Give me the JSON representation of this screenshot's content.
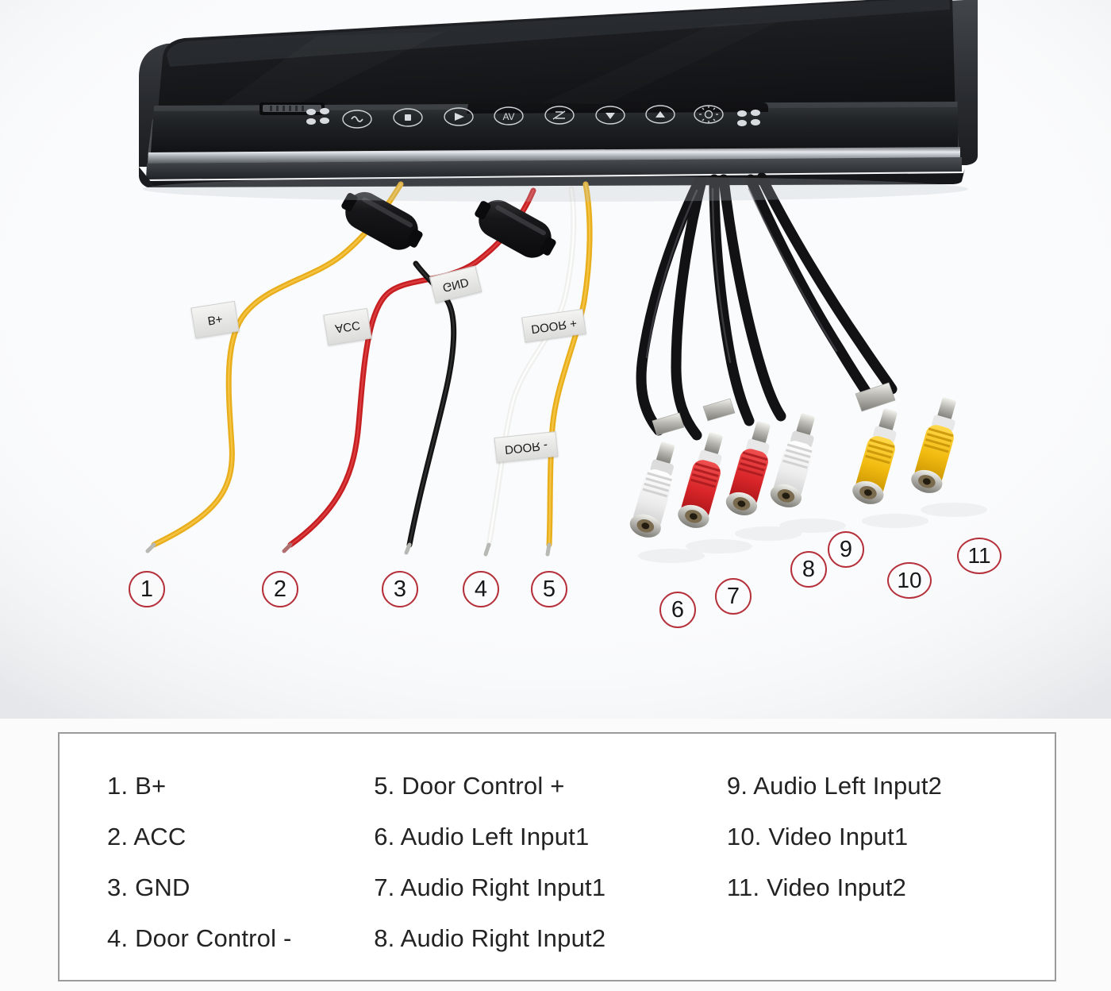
{
  "product": {
    "type": "car-roof-mount-flip-down-monitor",
    "panel_buttons": [
      {
        "name": "speaker-grille-left",
        "glyph": "dots"
      },
      {
        "name": "power-button",
        "glyph": "power"
      },
      {
        "name": "stop-button",
        "glyph": "stop"
      },
      {
        "name": "play-button",
        "glyph": "play"
      },
      {
        "name": "av-source-button",
        "glyph": "AV"
      },
      {
        "name": "mode-button",
        "glyph": "mode"
      },
      {
        "name": "volume-down-button",
        "glyph": "down"
      },
      {
        "name": "volume-up-button",
        "glyph": "up"
      },
      {
        "name": "dome-light-button",
        "glyph": "light"
      },
      {
        "name": "speaker-grille-right",
        "glyph": "dots"
      }
    ]
  },
  "wire_tags": [
    {
      "id": "tag-b-plus",
      "text": "B+"
    },
    {
      "id": "tag-acc",
      "text": "ACC"
    },
    {
      "id": "tag-gnd",
      "text": "GND"
    },
    {
      "id": "tag-door-plus",
      "text": "DOOR +"
    },
    {
      "id": "tag-door-minus",
      "text": "DOOR -"
    }
  ],
  "callouts": [
    {
      "n": "1",
      "wire_color": "#f2c431"
    },
    {
      "n": "2",
      "wire_color": "#cf2222"
    },
    {
      "n": "3",
      "wire_color": "#1b1b1b"
    },
    {
      "n": "4",
      "wire_color": "#f2f2f2"
    },
    {
      "n": "5",
      "wire_color": "#f2c431"
    },
    {
      "n": "6",
      "wire_color": "#e9e9e9"
    },
    {
      "n": "7",
      "wire_color": "#d9262a"
    },
    {
      "n": "8",
      "wire_color": "#d9262a"
    },
    {
      "n": "9",
      "wire_color": "#e9e9e9"
    },
    {
      "n": "10",
      "wire_color": "#f0b60c"
    },
    {
      "n": "11",
      "wire_color": "#f0b60c"
    }
  ],
  "legend": {
    "column1": [
      "1. B+",
      "2. ACC",
      "3. GND",
      "4. Door Control -"
    ],
    "column2": [
      "5. Door Control +",
      "6. Audio Left Input1",
      "7. Audio Right Input1",
      "8. Audio Right Input2"
    ],
    "column3": [
      "9. Audio Left Input2",
      "10. Video Input1",
      "11. Video Input2"
    ]
  },
  "colors": {
    "callout_ring": "#b5303a",
    "legend_border": "#9b9b9b",
    "legend_text": "#232323",
    "background": "#fbfbfc",
    "bezel_dark": "#1d1f22",
    "bezel_mid": "#3a3d41",
    "chrome": "#d7dade"
  }
}
